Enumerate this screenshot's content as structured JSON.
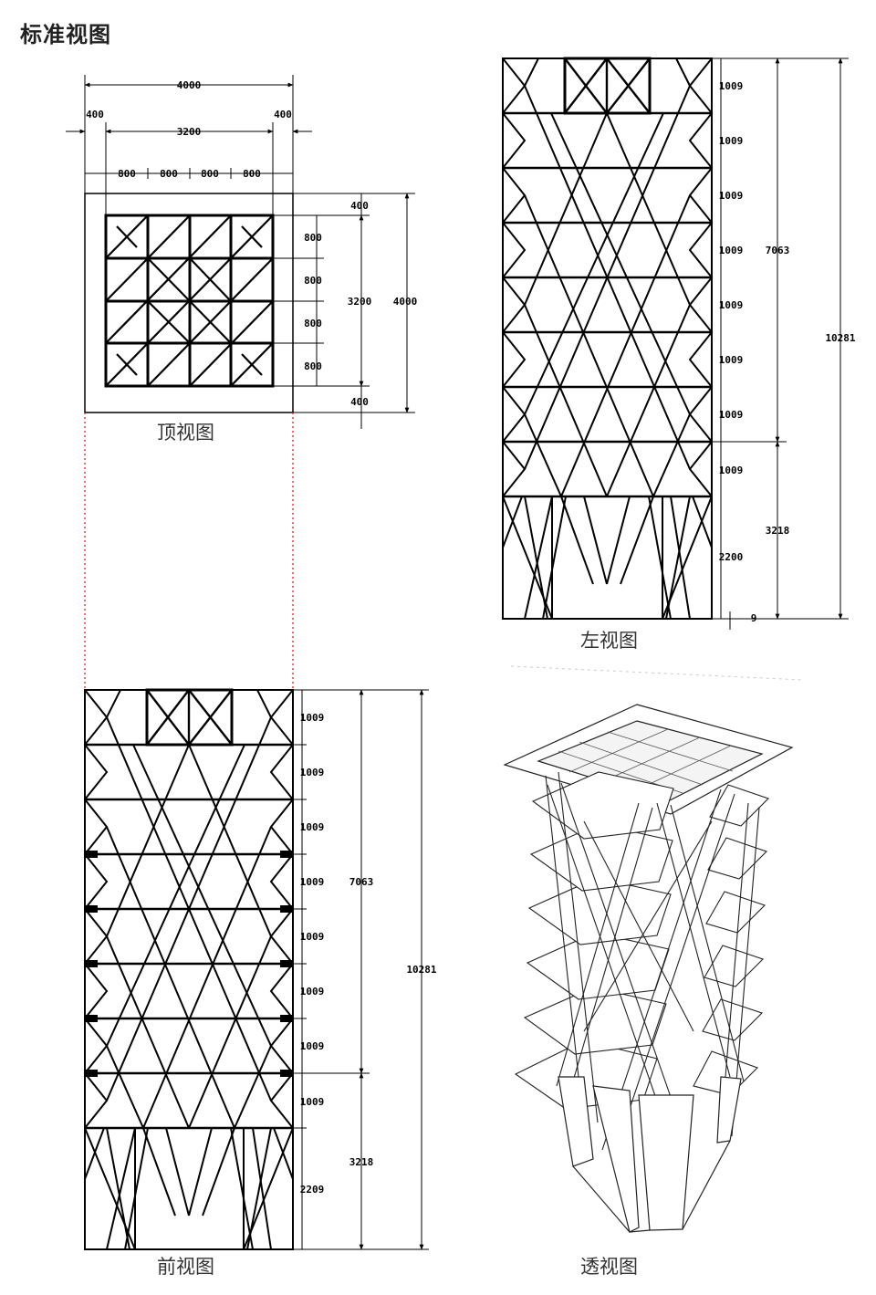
{
  "title": "标准视图",
  "views": {
    "top": {
      "caption": "顶视图",
      "dims": {
        "overall": "4000",
        "inner": "3200",
        "margin_left": "400",
        "margin_right": "400",
        "modules_x": [
          "800",
          "800",
          "800",
          "800"
        ],
        "margin_top": "400",
        "margin_bottom": "400",
        "modules_y": [
          "800",
          "800",
          "800",
          "800"
        ],
        "inner_v": "3200",
        "overall_v": "4000"
      }
    },
    "left": {
      "caption": "左视图",
      "dims": {
        "floors": [
          "1009",
          "1009",
          "1009",
          "1009",
          "1009",
          "1009",
          "1009",
          "1009"
        ],
        "leg": "2200",
        "base": "9",
        "upper": "7063",
        "lower": "3218",
        "total": "10281"
      }
    },
    "front": {
      "caption": "前视图",
      "dims": {
        "floors": [
          "1009",
          "1009",
          "1009",
          "1009",
          "1009",
          "1009",
          "1009",
          "1009"
        ],
        "leg": "2209",
        "upper": "7063",
        "lower": "3218",
        "total": "10281"
      }
    },
    "perspective": {
      "caption": "透视图"
    }
  }
}
